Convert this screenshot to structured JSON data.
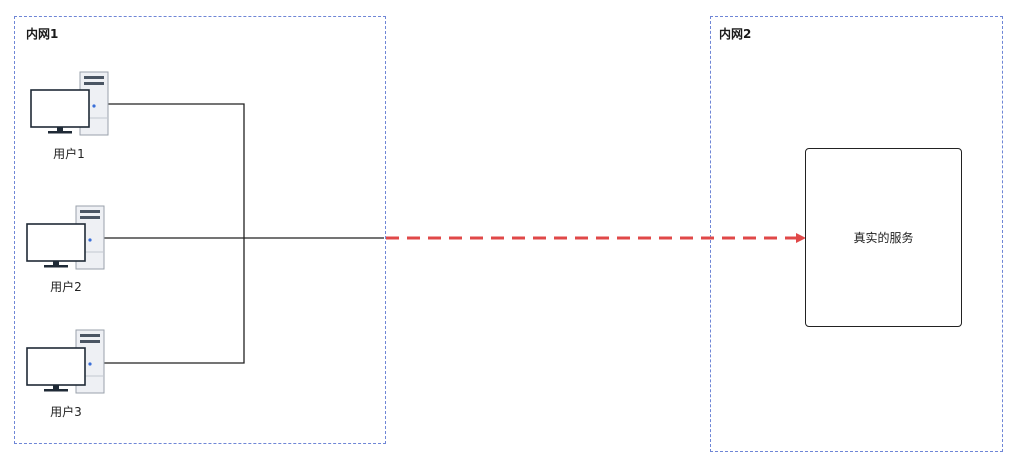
{
  "zones": {
    "left": {
      "title": "内网1"
    },
    "right": {
      "title": "内网2"
    }
  },
  "users": [
    {
      "label": "用户1",
      "icon": "desktop-computer-icon"
    },
    {
      "label": "用户2",
      "icon": "desktop-computer-icon"
    },
    {
      "label": "用户3",
      "icon": "desktop-computer-icon"
    }
  ],
  "service": {
    "label": "真实的服务"
  },
  "colors": {
    "zone_border": "#6f86d6",
    "wire": "#222222",
    "arrow": "#e04848",
    "monitor_frame": "#1f2a36",
    "tower_fill": "#eef0f4",
    "tower_stroke": "#9aa1ab"
  }
}
